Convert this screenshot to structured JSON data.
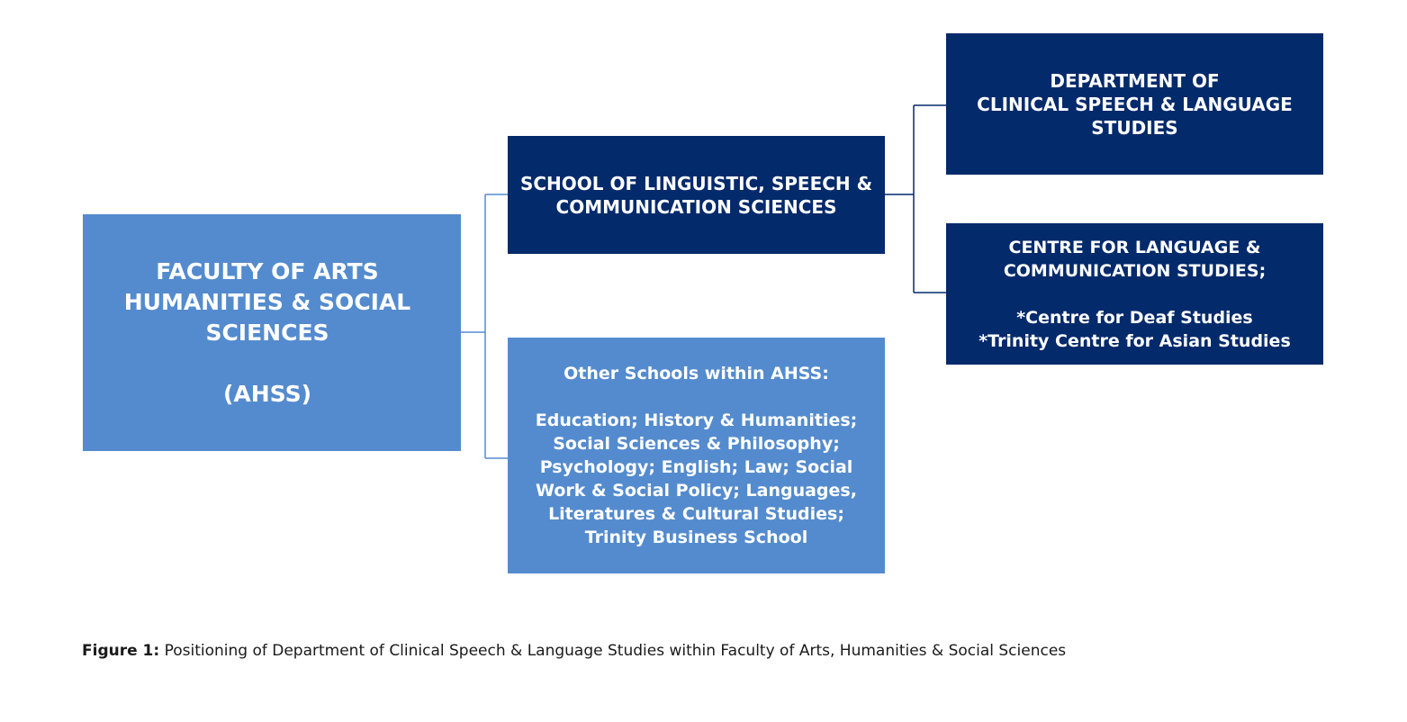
{
  "faculty": {
    "lines": [
      "FACULTY OF ARTS",
      "HUMANITIES & SOCIAL",
      "SCIENCES"
    ],
    "abbr": "(AHSS)"
  },
  "school": {
    "lines": [
      "SCHOOL OF LINGUISTIC, SPEECH &",
      "COMMUNICATION SCIENCES"
    ]
  },
  "others": {
    "heading": "Other Schools within AHSS:",
    "lines": [
      "Education; History & Humanities;",
      "Social Sciences & Philosophy;",
      "Psychology; English; Law; Social",
      "Work & Social Policy; Languages,",
      "Literatures & Cultural Studies;",
      "Trinity Business School"
    ]
  },
  "department": {
    "lines": [
      "DEPARTMENT OF",
      "CLINICAL SPEECH & LANGUAGE",
      "STUDIES"
    ]
  },
  "centre": {
    "lines": [
      "CENTRE FOR LANGUAGE &",
      "COMMUNICATION STUDIES;"
    ],
    "sub_lines": [
      "*Centre for Deaf Studies",
      "*Trinity Centre for Asian Studies"
    ]
  },
  "caption": {
    "label": "Figure 1:",
    "text": " Positioning of Department of Clinical Speech & Language Studies within Faculty of Arts, Humanities & Social Sciences"
  },
  "colors": {
    "light_box": "#548bce",
    "dark_box": "#032a6b",
    "light_connector": "#548bce",
    "dark_connector": "#032a6b"
  }
}
